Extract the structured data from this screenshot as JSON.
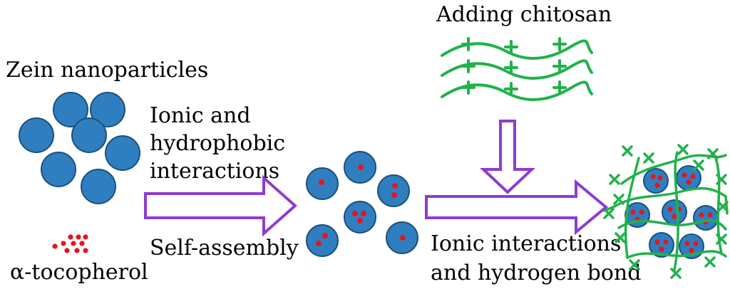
{
  "labels": {
    "zein": "Zein nanoparticles",
    "tocopherol": "α-tocopherol",
    "step1_line1": "Ionic and",
    "step1_line2": "hydrophobic",
    "step1_line3": "interactions",
    "step1_below": "Self-assembly",
    "chitosan": "Adding chitosan",
    "step2_line1": "Ionic interactions",
    "step2_line2": "and hydrogen bond"
  },
  "colors": {
    "particle_fill": "#2f7fc0",
    "particle_stroke": "#1c4f7c",
    "tocopherol": "#e8141e",
    "chitosan": "#22b14c",
    "arrow": "#8e3bd0"
  }
}
